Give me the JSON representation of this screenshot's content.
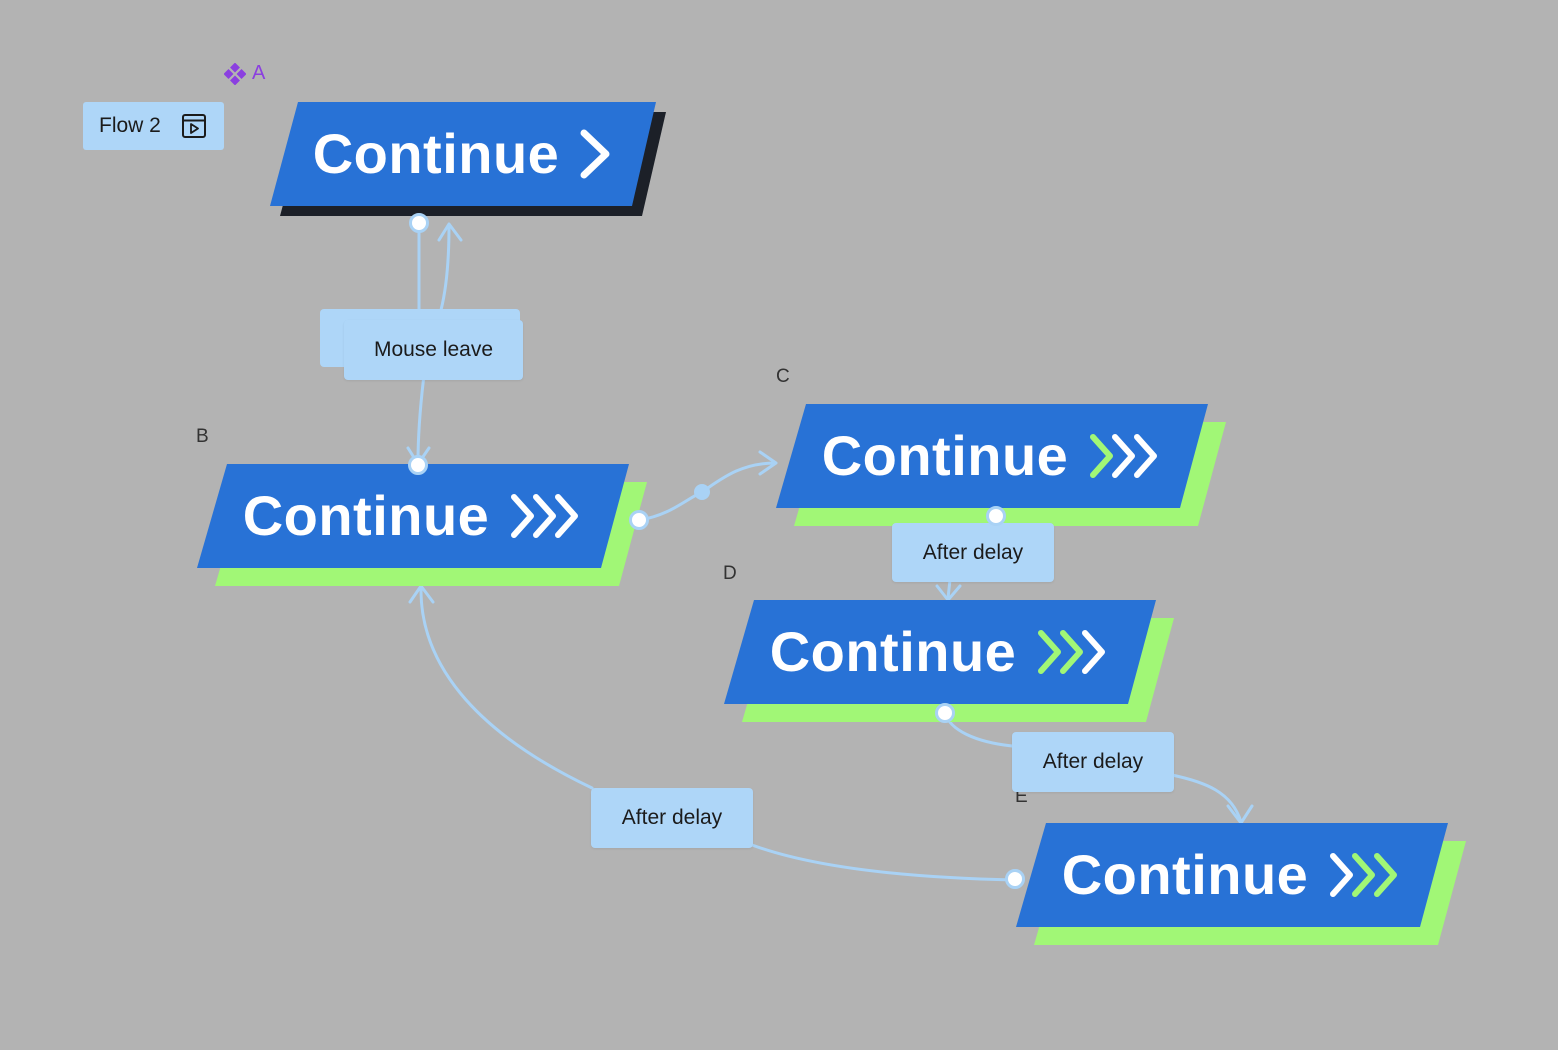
{
  "colors": {
    "canvas": "#b3b3b3",
    "button_face": "#2872d6",
    "shadow_dark": "#1c2028",
    "shadow_green": "#a1f776",
    "chevron_green": "#a1f776",
    "connector": "#a9d2f5",
    "chip": "#aed6f8",
    "component": "#8b3fe0"
  },
  "flow": {
    "label": "Flow 2",
    "icon": "play-frame-icon"
  },
  "component": {
    "label": "A",
    "icon": "component-diamond-icon"
  },
  "frames": [
    {
      "id": "A",
      "button_text": "Continue",
      "chevron": "single",
      "shadow": "dark"
    },
    {
      "id": "B",
      "label": "B",
      "button_text": "Continue",
      "chevron": "triple",
      "shadow": "green"
    },
    {
      "id": "C",
      "label": "C",
      "button_text": "Continue",
      "chevron": "triple-green-lead",
      "shadow": "green"
    },
    {
      "id": "D",
      "label": "D",
      "button_text": "Continue",
      "chevron": "triple-green-lead",
      "shadow": "green"
    },
    {
      "id": "E",
      "label": "E",
      "button_text": "Continue",
      "chevron": "triple-green-trail",
      "shadow": "green"
    }
  ],
  "interactions": [
    {
      "label": "Mouse leave",
      "from": "A",
      "to": "B"
    },
    {
      "label": "After delay",
      "from": "C",
      "to": "D"
    },
    {
      "label": "After delay",
      "from": "D",
      "to": "E"
    },
    {
      "label": "After delay",
      "from": "E",
      "to": "B"
    }
  ]
}
